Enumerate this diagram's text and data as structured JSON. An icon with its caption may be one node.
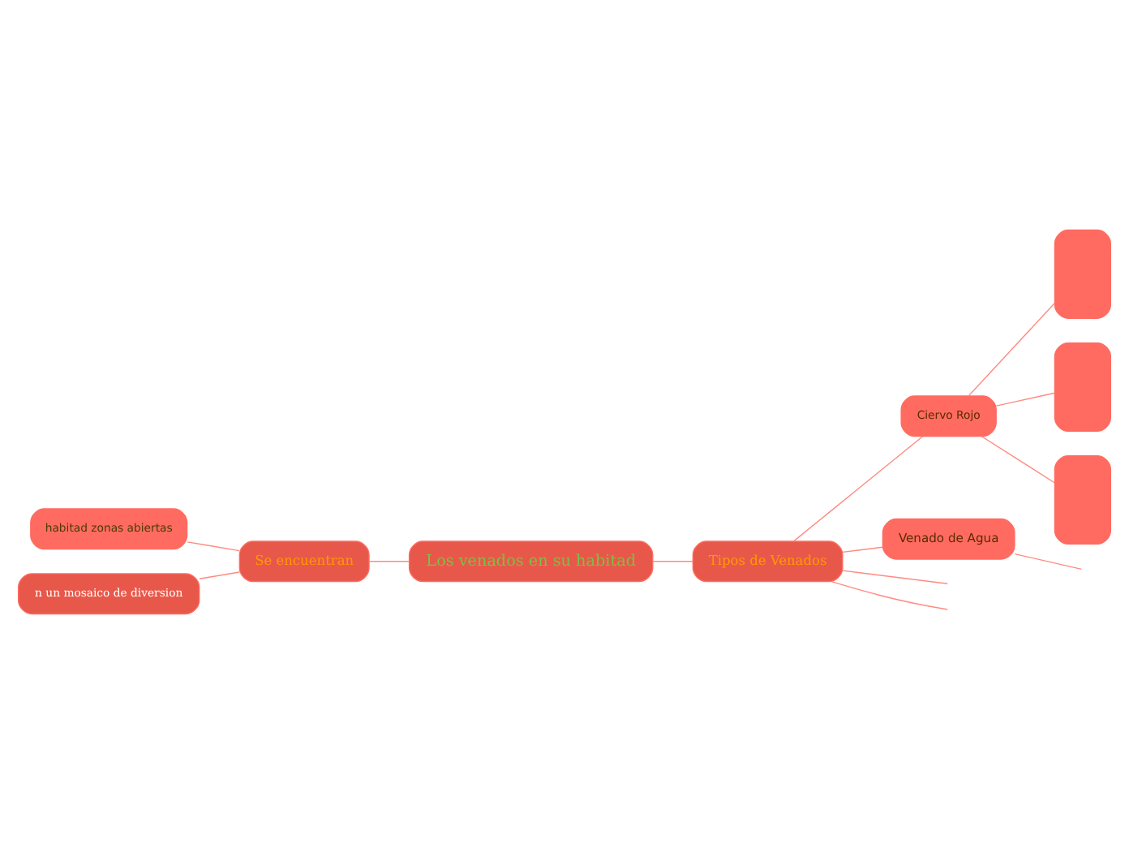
{
  "diagram": {
    "nodes": [
      {
        "text": [
          "Los venados en su habitad"
        ]
      },
      {
        "text": [
          "Se encuentran"
        ]
      },
      {
        "text": [
          "habitad zonas abiertas"
        ]
      },
      {
        "text": [
          "n un mosaico de diversion"
        ]
      },
      {
        "text": [
          "Tipos de Venados"
        ]
      },
      {
        "text": [
          "Ciervo Rojo"
        ]
      },
      {
        "text": [
          "Venado de Agua"
        ]
      },
      {
        "text": [],
        "shape": "box"
      },
      {
        "text": [],
        "shape": "box"
      },
      {
        "text": [],
        "shape": "box"
      }
    ],
    "edges": [
      {
        "from": 2,
        "to": 1,
        "arrow": "none"
      },
      {
        "from": 3,
        "to": 1,
        "arrow": "none"
      },
      {
        "from": 1,
        "to": 0,
        "arrow": "none"
      },
      {
        "from": 0,
        "to": 4,
        "arrow": "none"
      },
      {
        "from": 4,
        "to": null,
        "arrow": "none"
      },
      {
        "from": 4,
        "to": 5,
        "arrow": "none"
      },
      {
        "from": 4,
        "to": 6,
        "arrow": "none"
      },
      {
        "from": 4,
        "to": null,
        "arrow": "none"
      },
      {
        "from": 5,
        "to": 7,
        "arrow": "none"
      },
      {
        "from": 5,
        "to": 8,
        "arrow": "none"
      },
      {
        "from": 5,
        "to": 9,
        "arrow": "none"
      },
      {
        "from": 6,
        "to": null,
        "arrow": "none"
      }
    ]
  }
}
